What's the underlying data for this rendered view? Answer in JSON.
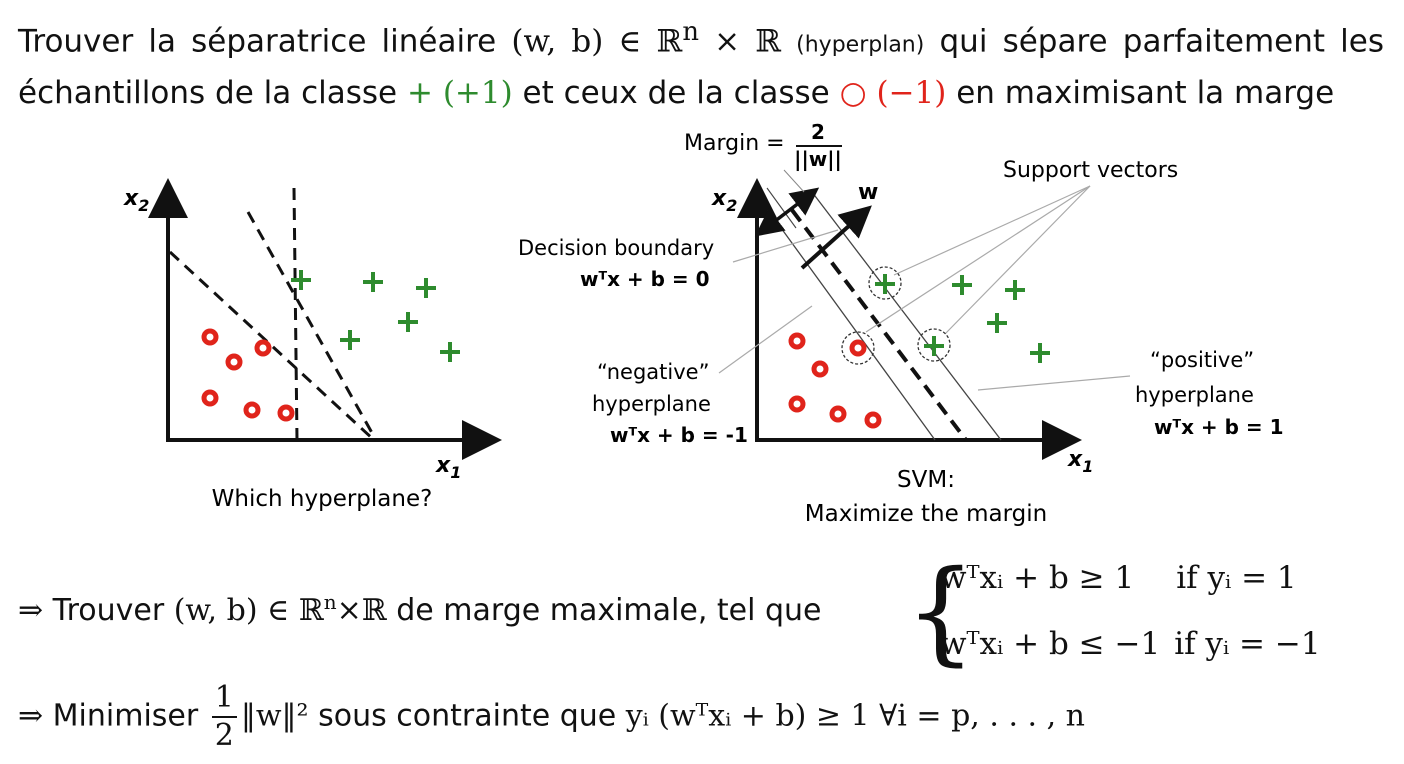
{
  "intro": {
    "p1": "Trouver la séparatrice linéaire ",
    "pair": "(w, b) ∈ ℝ",
    "pair_sup": "n",
    "times_r": " × ℝ ",
    "hyperplan": "(hyperplan)",
    "p2": " qui sépare parfaitement les échantillons de la classe ",
    "plus_symbol": "+",
    "plus_label": "(+1)",
    "p3": " et ceux de la classe ",
    "circle_symbol": "○",
    "circle_label": "(−1)",
    "p4": " en maximisant la marge"
  },
  "left_plot": {
    "x_axis": "x1",
    "y_axis": "x2",
    "caption": "Which hyperplane?"
  },
  "right_plot": {
    "x_axis": "x1",
    "y_axis": "x2",
    "margin_label": "Margin =",
    "margin_num": "2",
    "margin_den": "||w||",
    "w_label": "w",
    "support_vectors": "Support vectors",
    "decision_boundary": "Decision boundary",
    "decision_eq": "wᵀx + b = 0",
    "negative_1": "“negative”",
    "negative_2": "hyperplane",
    "negative_eq": "wᵀx + b = -1",
    "positive_1": "“positive”",
    "positive_2": "hyperplane",
    "positive_eq": "wᵀx + b = 1",
    "caption_1": "SVM:",
    "caption_2": "Maximize the margin"
  },
  "line1": {
    "arrow": "⇒",
    "text1": " Trouver ",
    "pair": "(w, b) ∈ ℝ",
    "sup": "n",
    "times_r": "×ℝ",
    "text2": " de marge maximale, tel que"
  },
  "cases": {
    "c1_left": "wᵀxᵢ + b ≥ 1",
    "c1_cond": "if yᵢ = 1",
    "c2_left": "wᵀxᵢ + b ≤ −1",
    "c2_cond": "if yᵢ = −1"
  },
  "line2": {
    "arrow": "⇒",
    "text1": " Minimiser ",
    "frac_num": "1",
    "frac_den": "2",
    "norm": "‖w‖²",
    "text2": " sous contrainte que ",
    "constraint": "yᵢ (wᵀxᵢ + b) ≥ 1 ∀i = p, . . . , n"
  },
  "colors": {
    "positive": "#2e8b2e",
    "negative": "#e0241b"
  }
}
